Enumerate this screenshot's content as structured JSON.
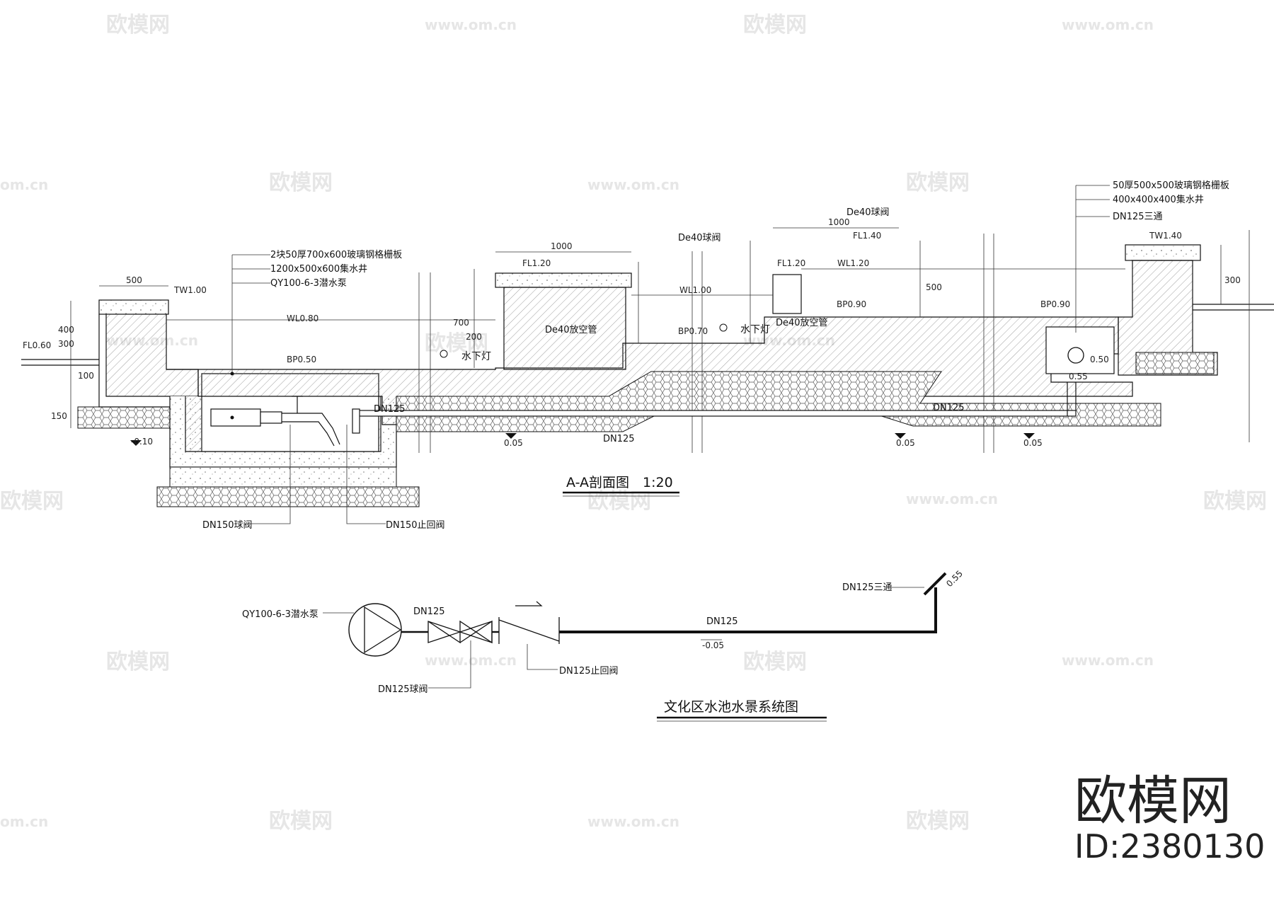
{
  "section": {
    "title": "A-A剖面图　1:20",
    "left_pit_notes": [
      "2块50厚700x600玻璃钢格栅板",
      "1200x500x600集水井",
      "QY100-6-3潜水泵"
    ],
    "right_pit_notes": [
      "50厚500x500玻璃钢格栅板",
      "400x400x400集水井",
      "DN125三通"
    ],
    "levels": {
      "tw_left": "TW1.00",
      "wl_left": "WL0.80",
      "bp_left": "BP0.50",
      "fl_left": "FL0.60",
      "ground_left": "-0.10",
      "fl_mid": "FL1.20",
      "wl_mid": "WL1.00",
      "bp_mid": "BP0.70",
      "fl_mid2": "FL1.20",
      "wl_right": "WL1.20",
      "fl_right": "FL1.40",
      "bp_right1": "BP0.90",
      "bp_right2": "BP0.90",
      "tw_right": "TW1.40",
      "pipe_050": "0.50",
      "pipe_055": "0.55",
      "bot_1": "0.05",
      "bot_2": "0.05",
      "bot_3": "0.05"
    },
    "pipe_labels": {
      "dn125_a": "DN125",
      "dn125_b": "DN125",
      "dn125_c": "DN125",
      "valve_mid": "De40球阀",
      "valve_right": "De40球阀",
      "drain_mid": "De40放空管",
      "drain_right": "De40放空管",
      "light_1": "水下灯",
      "light_2": "水下灯",
      "ball_valve": "DN150球阀",
      "check_valve": "DN150止回阀"
    },
    "dims": {
      "d500": "500",
      "d1000a": "1000",
      "d1000b": "1000",
      "d400": "400",
      "d300": "300",
      "d100": "100",
      "d150": "150",
      "d700": "700",
      "d200": "200",
      "d500b": "500",
      "d300b": "300"
    }
  },
  "system": {
    "title": "文化区水池水景系统图",
    "pump": "QY100-6-3潜水泵",
    "dn125_1": "DN125",
    "dn125_2": "DN125",
    "ball_valve": "DN125球阀",
    "check_valve": "DN125止回阀",
    "tee": "DN125三通",
    "level_neg": "-0.05",
    "level_top": "0.55"
  },
  "watermarks": {
    "logo": "欧模网",
    "url": "www.om.cn",
    "url_short": "om.cn"
  },
  "brand": {
    "name": "欧模网",
    "id": "ID:2380130"
  },
  "colors": {
    "line": "#111111",
    "watermark": "#e6e6e6",
    "background": "#ffffff"
  }
}
